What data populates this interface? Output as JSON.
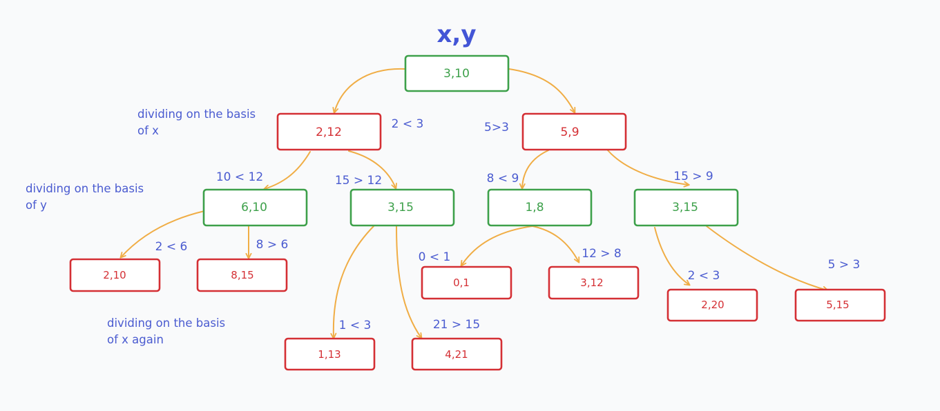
{
  "title": "x,y",
  "colors": {
    "title": "#4355d6",
    "label": "#4a5bd0",
    "green": "#3da04a",
    "red": "#d42f34",
    "arrow": "#f0ad45"
  },
  "annotations": [
    {
      "id": "ann-level1",
      "lines": [
        "dividing on the basis",
        "of x"
      ]
    },
    {
      "id": "ann-level2",
      "lines": [
        "dividing on the basis",
        "of y"
      ]
    },
    {
      "id": "ann-level3",
      "lines": [
        "dividing on the basis",
        "of x again"
      ]
    }
  ],
  "nodes": [
    {
      "id": "root",
      "label": "3,10",
      "color": "green"
    },
    {
      "id": "n-2-12",
      "label": "2,12",
      "color": "red"
    },
    {
      "id": "n-5-9",
      "label": "5,9",
      "color": "red"
    },
    {
      "id": "n-6-10",
      "label": "6,10",
      "color": "green"
    },
    {
      "id": "n-3-15-a",
      "label": "3,15",
      "color": "green"
    },
    {
      "id": "n-1-8",
      "label": "1,8",
      "color": "green"
    },
    {
      "id": "n-3-15-b",
      "label": "3,15",
      "color": "green"
    },
    {
      "id": "n-2-10",
      "label": "2,10",
      "color": "red"
    },
    {
      "id": "n-8-15",
      "label": "8,15",
      "color": "red"
    },
    {
      "id": "n-1-13",
      "label": "1,13",
      "color": "red"
    },
    {
      "id": "n-4-21",
      "label": "4,21",
      "color": "red"
    },
    {
      "id": "n-0-1",
      "label": "0,1",
      "color": "red"
    },
    {
      "id": "n-3-12",
      "label": "3,12",
      "color": "red"
    },
    {
      "id": "n-2-20",
      "label": "2,20",
      "color": "red"
    },
    {
      "id": "n-5-15",
      "label": "5,15",
      "color": "red"
    }
  ],
  "edges": [
    {
      "from": "root",
      "to": "n-2-12",
      "label": "2 < 3"
    },
    {
      "from": "root",
      "to": "n-5-9",
      "label": "5>3"
    },
    {
      "from": "n-2-12",
      "to": "n-6-10",
      "label": "10 < 12"
    },
    {
      "from": "n-2-12",
      "to": "n-3-15-a",
      "label": "15 > 12"
    },
    {
      "from": "n-5-9",
      "to": "n-1-8",
      "label": "8 < 9"
    },
    {
      "from": "n-5-9",
      "to": "n-3-15-b",
      "label": "15 > 9"
    },
    {
      "from": "n-6-10",
      "to": "n-2-10",
      "label": "2 < 6"
    },
    {
      "from": "n-6-10",
      "to": "n-8-15",
      "label": "8 > 6"
    },
    {
      "from": "n-3-15-a",
      "to": "n-1-13",
      "label": "1 < 3"
    },
    {
      "from": "n-3-15-a",
      "to": "n-4-21",
      "label": "21  > 15"
    },
    {
      "from": "n-1-8",
      "to": "n-0-1",
      "label": "0 < 1"
    },
    {
      "from": "n-1-8",
      "to": "n-3-12",
      "label": "12  > 8"
    },
    {
      "from": "n-3-15-b",
      "to": "n-2-20",
      "label": "2 < 3"
    },
    {
      "from": "n-3-15-b",
      "to": "n-5-15",
      "label": "5 > 3"
    }
  ]
}
